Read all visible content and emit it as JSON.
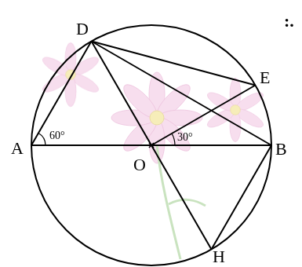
{
  "diagram": {
    "labels": [
      "D",
      "E",
      "A",
      "O",
      "B",
      "H",
      "60°",
      "30°",
      ":."
    ]
  }
}
